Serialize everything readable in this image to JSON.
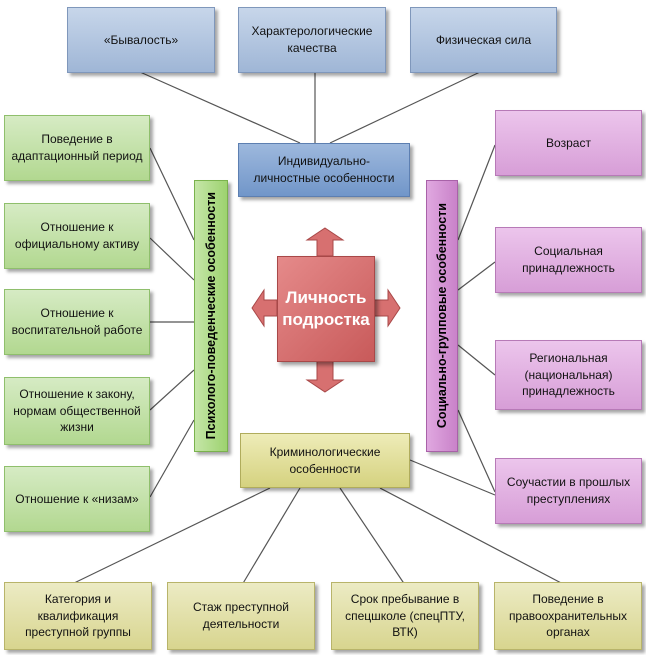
{
  "center": {
    "label": "Личность подростка"
  },
  "individual": {
    "title": "Индивидуально-личностные особенности",
    "items": [
      "«Бывалость»",
      "Характерологические качества",
      "Физическая сила"
    ]
  },
  "psycho": {
    "title": "Психолого-поведенческие особенности",
    "items": [
      "Поведение в адаптационный период",
      "Отношение к официальному активу",
      "Отношение к воспитательной работе",
      "Отношение к закону, нормам общественной жизни",
      "Отношение к «низам»"
    ]
  },
  "social": {
    "title": "Социально-групповые особенности",
    "items": [
      "Возраст",
      "Социальная принадлежность",
      "Региональная (национальная) принадлежность",
      "Соучастии в прошлых преступлениях"
    ]
  },
  "criminal": {
    "title": "Криминологические особенности",
    "items": [
      "Категория и квалификация преступной группы",
      "Стаж преступной деятельности",
      "Срок пребывание в спецшколе (спецПТУ, ВТК)",
      "Поведение в правоохранительных органах"
    ]
  },
  "colors": {
    "blue": "#9fb6d6",
    "green": "#b2d890",
    "pink": "#d79ed7",
    "yellow": "#d8d58f",
    "center": "#c85a5a"
  }
}
